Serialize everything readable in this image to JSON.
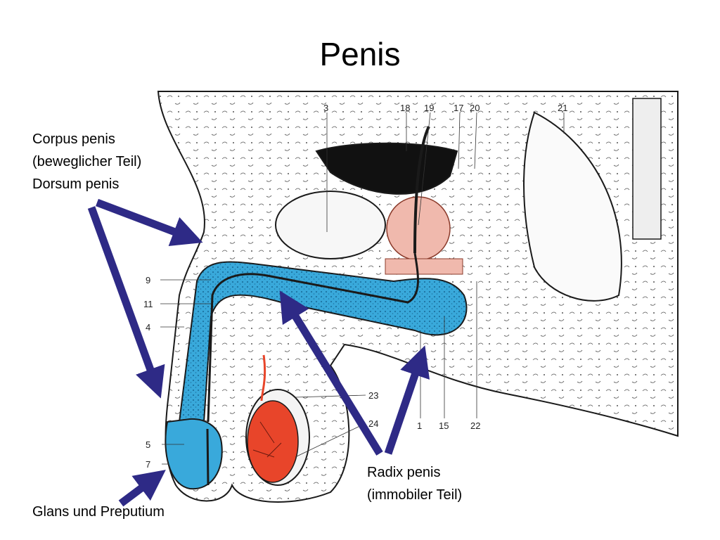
{
  "title": "Penis",
  "captions": {
    "corpus_line1": "Corpus penis",
    "corpus_line2": "(beweglicher Teil)",
    "corpus_line3": "Dorsum penis",
    "glans": "Glans und Preputium",
    "radix_line1": "Radix penis",
    "radix_line2": "(immobiler Teil)"
  },
  "labels": {
    "n3": "3",
    "n18": "18",
    "n19": "19",
    "n17": "17",
    "n20": "20",
    "n21": "21",
    "n9": "9",
    "n11": "11",
    "n4": "4",
    "n5": "5",
    "n7": "7",
    "n23": "23",
    "n24": "24",
    "n1": "1",
    "n15": "15",
    "n22": "22"
  },
  "colors": {
    "erectile_tissue": "#39a9db",
    "testis": "#e8452a",
    "muscle": "#f0b9ad",
    "arrow": "#2e2a86",
    "outline": "#1a1a1a"
  }
}
